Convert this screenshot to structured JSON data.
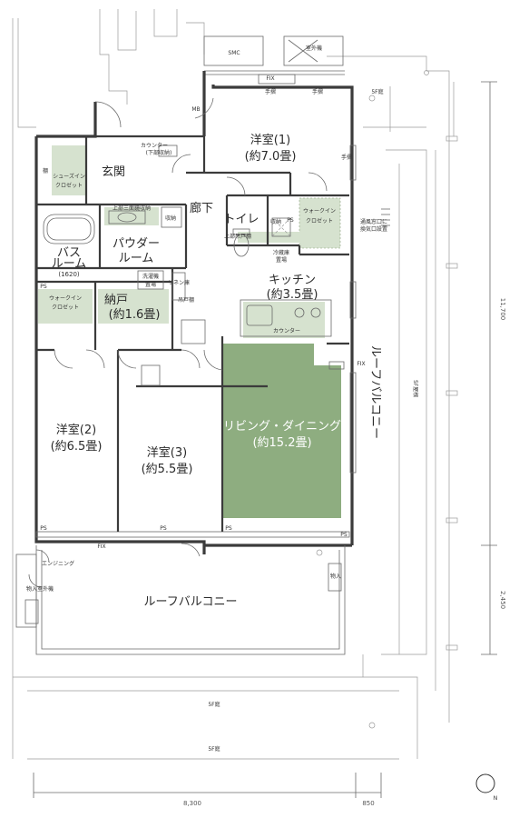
{
  "rooms": {
    "western1": "洋室(1)",
    "western1_area": "(約7.0畳)",
    "entrance": "玄関",
    "corridor": "廊下",
    "toilet": "トイレ",
    "bath": "バス",
    "bath2": "ルーム",
    "bath_size": "(1620)",
    "powder": "パウダー",
    "powder2": "ルーム",
    "kitchen": "キッチン",
    "kitchen_area": "(約3.5畳)",
    "storage": "納戸",
    "storage_area": "(約1.6畳)",
    "western2": "洋室(2)",
    "western2_area": "(約6.5畳)",
    "western3": "洋室(3)",
    "western3_area": "(約5.5畳)",
    "living": "リビング・ダイニング",
    "living_area": "(約15.2畳)",
    "roof_balcony_side": "ルーフバルコニー",
    "roof_balcony_bottom": "ルーフバルコニー"
  },
  "labels": {
    "smc": "SMC",
    "outdoor": "室外機",
    "fix_top": "FIX",
    "fix_bottom": "FIX",
    "garden_top": "5F庭",
    "garden_mid": "5F庭",
    "garden_bottom": "5F庭",
    "roof_5f": "5F屋根",
    "mb": "MB",
    "handrail1": "手摺",
    "handrail2": "手摺",
    "handrail3": "手摺",
    "counter_top": "カウンター",
    "counter_top2": "(下部収納)",
    "shoes": "シューズイン",
    "shoes2": "クロゼット",
    "bench": "棚",
    "wic_kitchen": "ウォークイン",
    "wic_kitchen2": "クロゼット",
    "wic_w2": "ウォークイン",
    "wic_w2b": "クロゼット",
    "upper_shelf": "上部三面鏡収納",
    "storage_small": "収納",
    "storage_small2": "収納",
    "washer": "洗濯機",
    "washer2": "置場",
    "linen": "リネン庫",
    "upper_cabinet": "上部吊戸棚",
    "fridge": "冷蔵庫",
    "fridge2": "置場",
    "counter": "カウンター",
    "ps1": "PS",
    "ps2": "PS",
    "ps3": "PS",
    "ps4": "PS",
    "ps5": "PS",
    "ps6": "PS",
    "pantry": "吊戸棚",
    "ventilation": "通風窓口に",
    "ventilation2": "換気口設置",
    "engineering": "エンジニング",
    "closet_small": "物入",
    "ac": "室外機",
    "store": "物入",
    "fix_side": "FIX"
  },
  "dimensions": {
    "width_main": "8,300",
    "width_side": "850",
    "height_main": "11,700",
    "height_balcony": "2,450"
  },
  "compass": {
    "label": "N"
  }
}
